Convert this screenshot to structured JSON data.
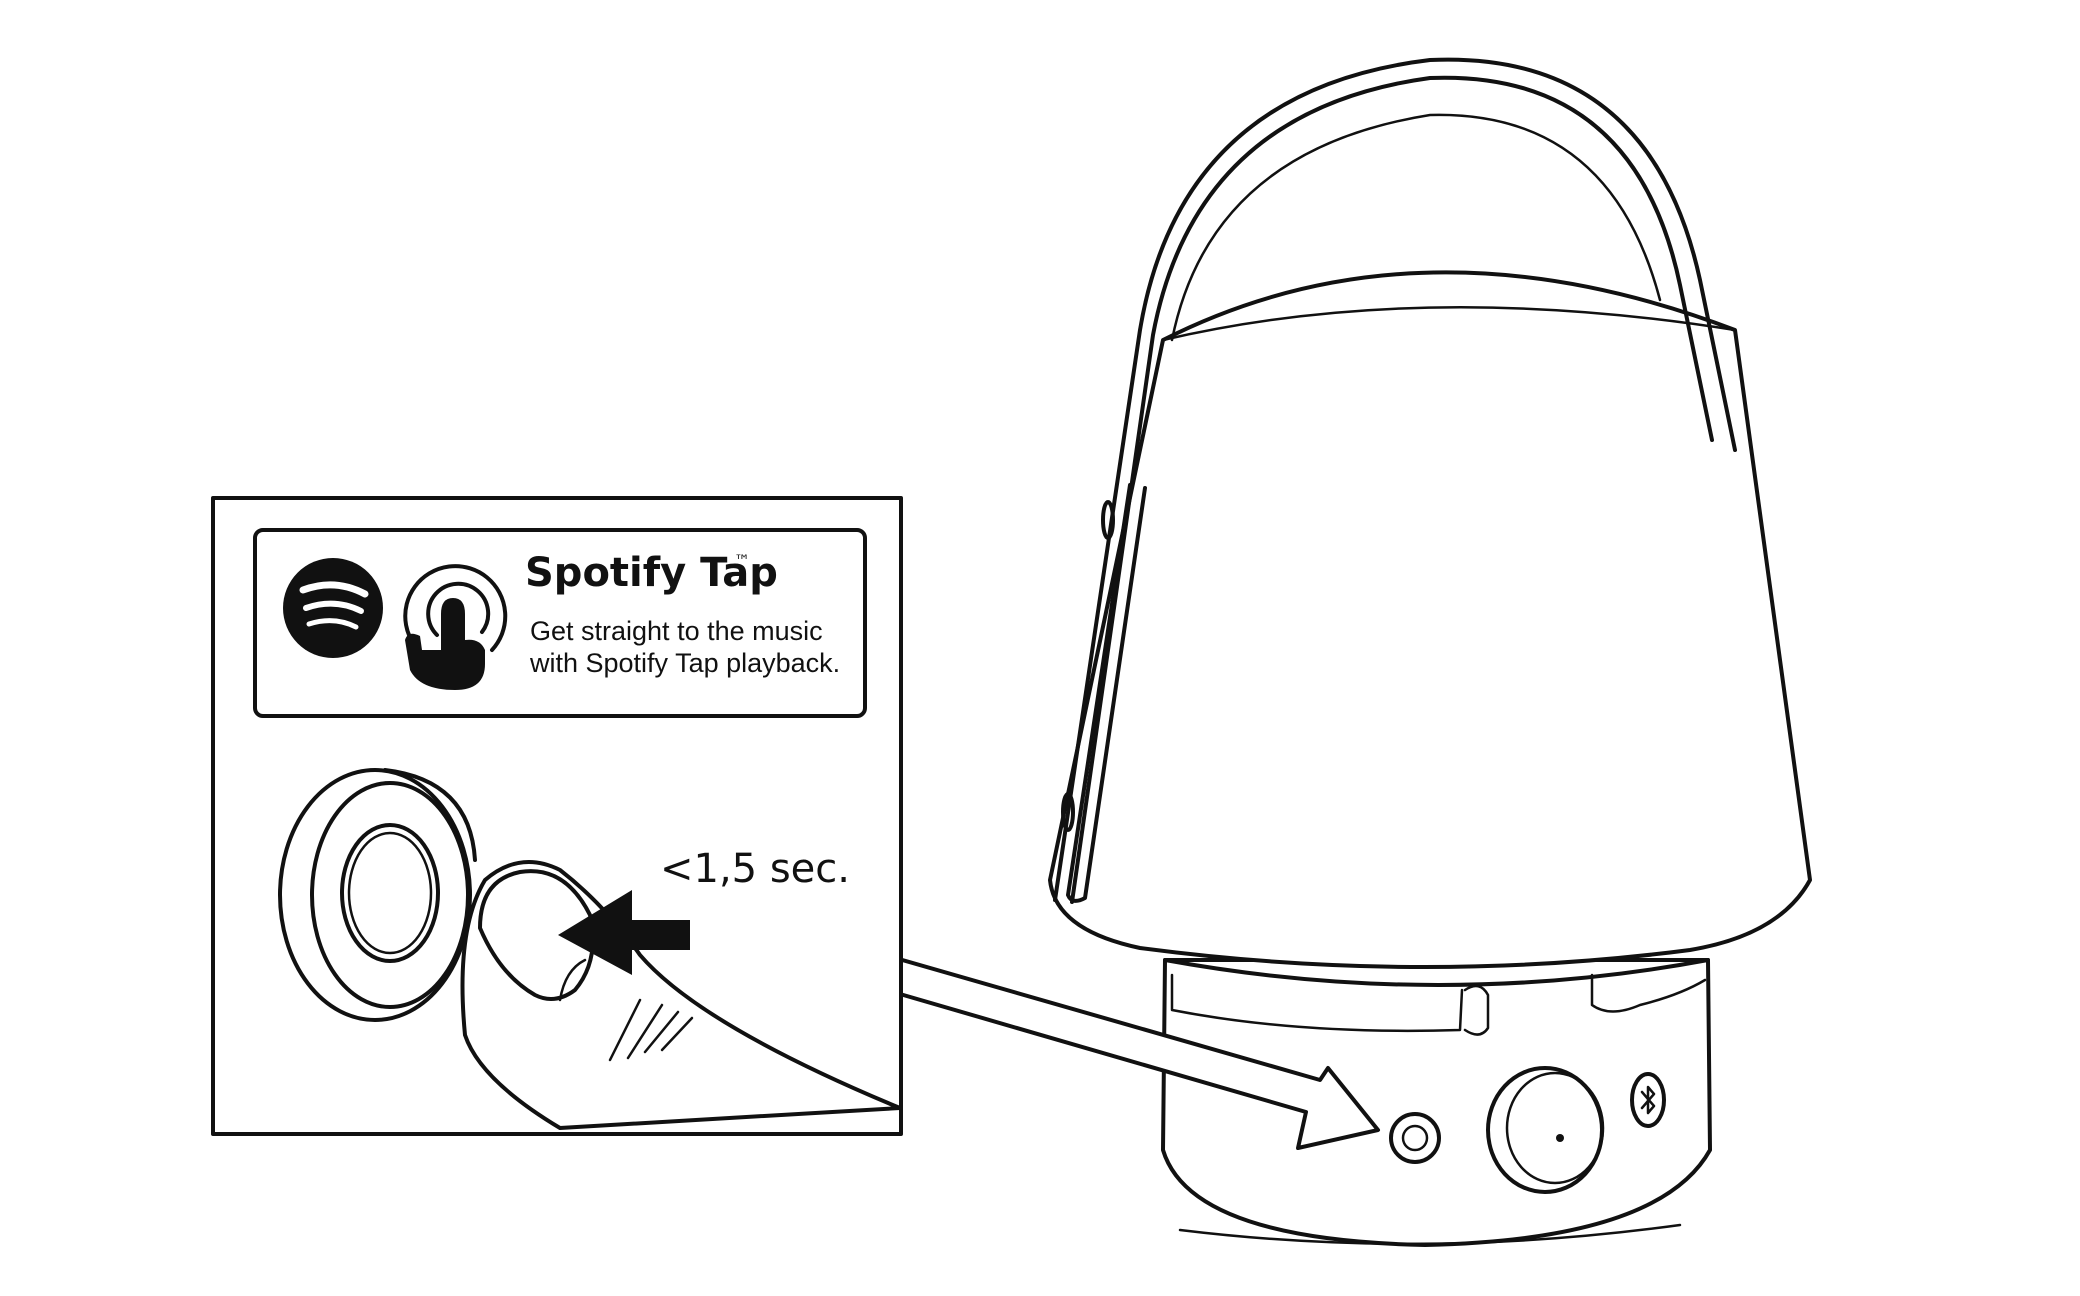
{
  "callout": {
    "title": "Spotify Tap",
    "trademark": "™",
    "description_line1": "Get straight to the music",
    "description_line2": "with Spotify Tap playback.",
    "press_duration": "<1,5 sec."
  },
  "icons": {
    "brand_logo": "spotify-logo-icon",
    "tap_gesture": "tap-finger-icon",
    "press_direction": "arrow-right-icon",
    "bluetooth": "bluetooth-icon"
  },
  "colors": {
    "ink": "#111111",
    "background": "#ffffff",
    "tap_button": "#cfcfcf"
  }
}
